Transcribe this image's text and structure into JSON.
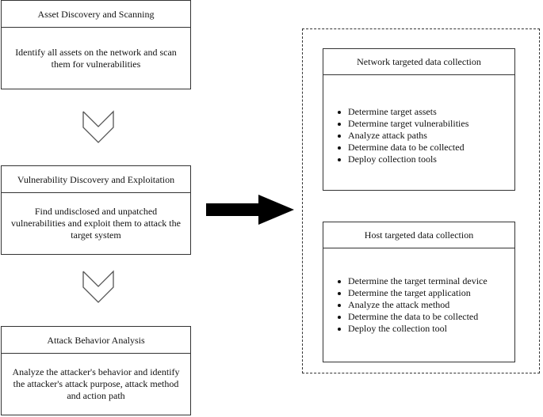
{
  "left_column": [
    {
      "title": "Asset Discovery and Scanning",
      "body": "Identify all assets on the network and scan them for vulnerabilities"
    },
    {
      "title": "Vulnerability Discovery and Exploitation",
      "body": "Find undisclosed and unpatched vulnerabilities and exploit them to attack the target system"
    },
    {
      "title": "Attack Behavior Analysis",
      "body": "Analyze the attacker's behavior and identify the attacker's attack purpose, attack method and action path"
    }
  ],
  "right_panel": {
    "network": {
      "title": "Network targeted data collection",
      "items": [
        "Determine target assets",
        "Determine target vulnerabilities",
        "Analyze attack paths",
        "Determine data to be collected",
        "Deploy collection tools"
      ]
    },
    "host": {
      "title": "Host targeted data collection",
      "items": [
        "Determine the target terminal device",
        "Determine the target application",
        "Analyze the attack method",
        "Determine the data to be collected",
        "Deploy the collection tool"
      ]
    }
  },
  "icons": {
    "step_chevrons": "chevron-down-icon",
    "connector_arrow": "arrow-right-icon"
  }
}
